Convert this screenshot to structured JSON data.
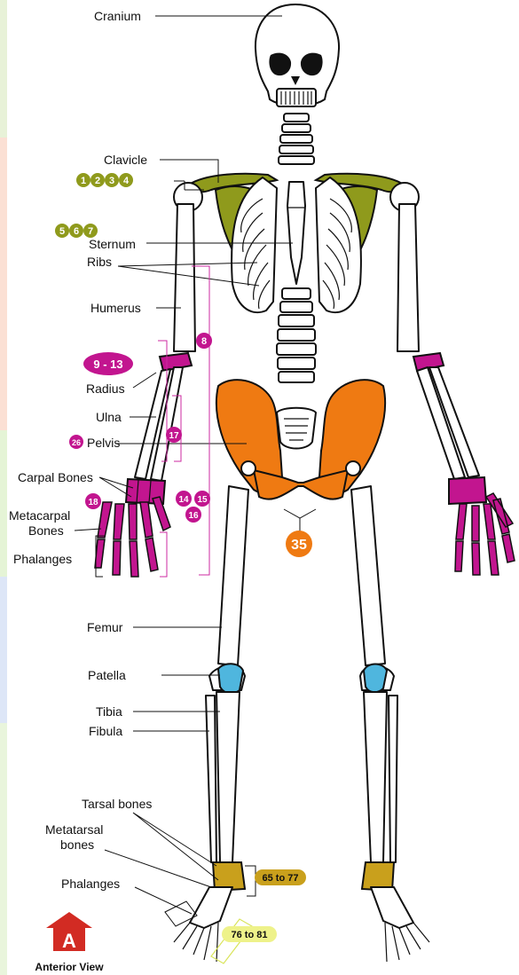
{
  "colors": {
    "olive": "#8f9a1c",
    "magenta": "#c2158f",
    "orange": "#ef7a12",
    "blue": "#4fb6de",
    "gold": "#c9a01c",
    "yellow_tag": "#eef28a",
    "red": "#d22b23",
    "outline": "#111111"
  },
  "left_bar_colors": [
    "#e8f2d8",
    "#fbe0d4",
    "#fbe0d4",
    "#e5f4d6",
    "#dde6f7",
    "#e9f5dc",
    "#e9f5dc"
  ],
  "labels": {
    "cranium": "Cranium",
    "clavicle": "Clavicle",
    "sternum": "Sternum",
    "ribs": "Ribs",
    "humerus": "Humerus",
    "radius": "Radius",
    "ulna": "Ulna",
    "pelvis": "Pelvis",
    "carpal_bones": "Carpal Bones",
    "metacarpal_line1": "Metacarpal",
    "metacarpal_line2": "Bones",
    "phalanges_hand": "Phalanges",
    "femur": "Femur",
    "patella": "Patella",
    "tibia": "Tibia",
    "fibula": "Fibula",
    "tarsal_bones": "Tarsal bones",
    "metatarsal_line1": "Metatarsal",
    "metatarsal_line2": "bones",
    "phalanges_foot": "Phalanges"
  },
  "badges": {
    "b1": "1",
    "b2": "2",
    "b3": "3",
    "b4": "4",
    "b5": "5",
    "b6": "6",
    "b7": "7",
    "b8": "8",
    "b9_13": "9 - 13",
    "b14": "14",
    "b15": "15",
    "b16": "16",
    "b17": "17",
    "b18": "18",
    "b26": "26",
    "b35": "35",
    "b65_77": "65 to 77",
    "b76_81": "76 to 81"
  },
  "view": {
    "icon_letter": "A",
    "caption": "Anterior View"
  }
}
